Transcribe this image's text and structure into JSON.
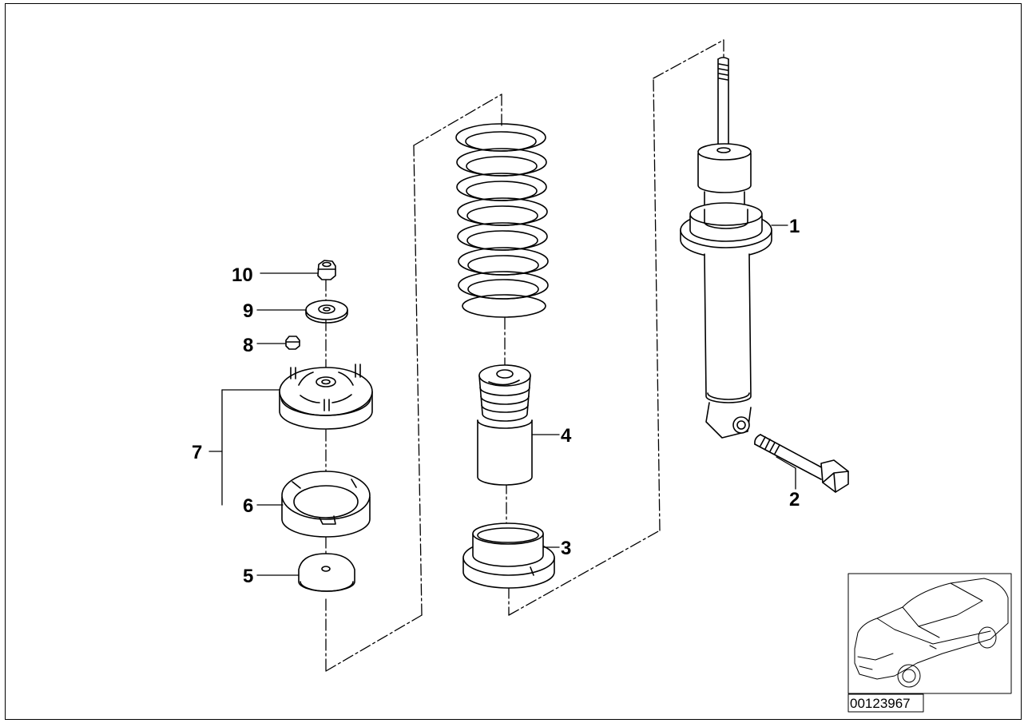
{
  "callouts": [
    {
      "id": "1",
      "text": "1"
    },
    {
      "id": "2",
      "text": "2"
    },
    {
      "id": "3",
      "text": "3"
    },
    {
      "id": "4",
      "text": "4"
    },
    {
      "id": "5",
      "text": "5"
    },
    {
      "id": "6",
      "text": "6"
    },
    {
      "id": "7",
      "text": "7"
    },
    {
      "id": "8",
      "text": "8"
    },
    {
      "id": "9",
      "text": "9"
    },
    {
      "id": "10",
      "text": "10"
    }
  ],
  "reference_number": "00123967",
  "parts": [
    "shock-absorber",
    "hex-bolt",
    "lower-spring-pad",
    "bump-stop",
    "protective-cap",
    "upper-spring-pad",
    "strut-support-mount",
    "self-locking-nut",
    "washer",
    "collar-nut"
  ],
  "colors": {
    "line": "#000000",
    "background": "#ffffff"
  }
}
